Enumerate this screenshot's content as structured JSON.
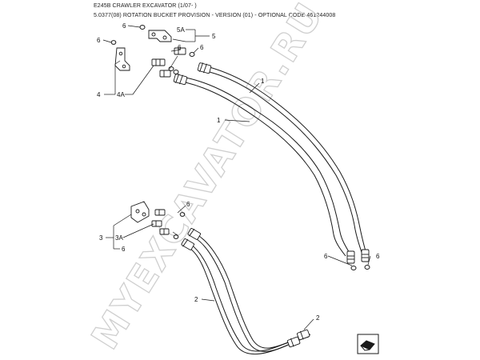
{
  "header": {
    "title": "E245B CRAWLER EXCAVATOR (1/07- )",
    "subtitle": "5.0377(08) ROTATION BUCKET PROVISION - VERSION (01) - OPTIONAL CODE 461244008"
  },
  "watermark": {
    "text": "MYEXCAVATOR.RU"
  },
  "callouts": {
    "c6a": "6",
    "c6b": "6",
    "c5a": "5A",
    "c5": "5",
    "c6c": "6",
    "c6d": "6",
    "c4": "4",
    "c4a": "4A",
    "c1a": "1",
    "c1b": "1",
    "c6e": "6",
    "c3": "3",
    "c3a": "3A",
    "c6f": "6",
    "c6g": "6",
    "c6h": "6",
    "c2a": "2",
    "c2b": "2"
  },
  "colors": {
    "line": "#1a1a1a",
    "watermark": "#cfcfcf"
  },
  "icons": {
    "corner": "book-icon"
  }
}
